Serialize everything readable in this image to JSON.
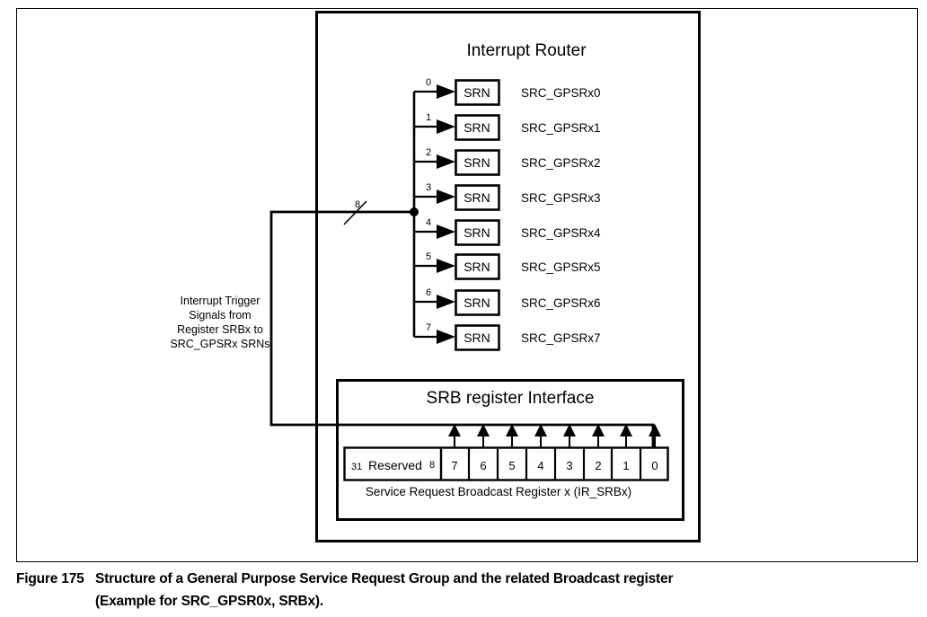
{
  "figure": {
    "number": "Figure 175",
    "caption_line1": "Structure of a General Purpose Service Request Group and the related Broadcast register",
    "caption_line2": "(Example for SRC_GPSR0x, SRBx)."
  },
  "interrupt_router": {
    "title": "Interrupt Router",
    "srn_box_label": "SRN",
    "rows": [
      {
        "index": "0",
        "signal": "SRC_GPSRx0"
      },
      {
        "index": "1",
        "signal": "SRC_GPSRx1"
      },
      {
        "index": "2",
        "signal": "SRC_GPSRx2"
      },
      {
        "index": "3",
        "signal": "SRC_GPSRx3"
      },
      {
        "index": "4",
        "signal": "SRC_GPSRx4"
      },
      {
        "index": "5",
        "signal": "SRC_GPSRx5"
      },
      {
        "index": "6",
        "signal": "SRC_GPSRx6"
      },
      {
        "index": "7",
        "signal": "SRC_GPSRx7"
      }
    ]
  },
  "bus": {
    "width_label": "8",
    "side_note_line1": "Interrupt Trigger",
    "side_note_line2": "Signals from",
    "side_note_line3": "Register SRBx to",
    "side_note_line4": "SRC_GPSRx SRNs"
  },
  "srb": {
    "title": "SRB register Interface",
    "register_caption": "Service Request Broadcast Register x (IR_SRBx)",
    "reserved_field": {
      "msb": "31",
      "name": "Reserved",
      "lsb": "8"
    },
    "bits": [
      "7",
      "6",
      "5",
      "4",
      "3",
      "2",
      "1",
      "0"
    ]
  },
  "colors": {
    "stroke": "#000000",
    "background": "#ffffff"
  }
}
